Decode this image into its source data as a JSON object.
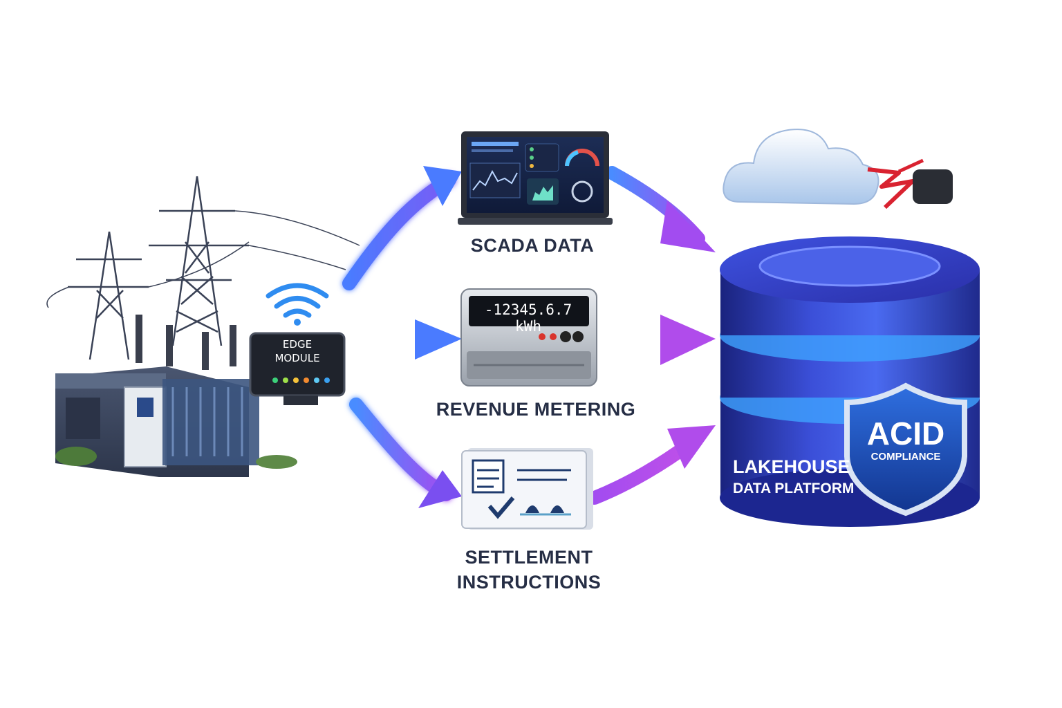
{
  "flows": {
    "scada": {
      "label": "SCADA DATA"
    },
    "revenue": {
      "label": "REVENUE METERING",
      "meter_reading": "-12345.6.7 kWh"
    },
    "settlement": {
      "label_line1": "SETTLEMENT",
      "label_line2": "INSTRUCTIONS"
    }
  },
  "edge_module": {
    "line1": "EDGE",
    "line2": "MODULE"
  },
  "lakehouse": {
    "line1": "LAKEHOUSE",
    "line2": "DATA PLATFORM"
  },
  "acid_badge": {
    "line1": "ACID",
    "line2": "COMPLIANCE"
  },
  "colors": {
    "arrow_blue": "#3d7bff",
    "arrow_purple": "#9a4cf0",
    "database_dark": "#1e2a8f",
    "database_light": "#4b6cf2",
    "label_text": "#262e45"
  },
  "icons": [
    "transmission-tower-icon",
    "substation-icon",
    "wifi-icon",
    "laptop-dashboard-icon",
    "energy-meter-icon",
    "document-icon",
    "cloud-icon",
    "lightning-icon",
    "database-icon",
    "shield-icon"
  ]
}
